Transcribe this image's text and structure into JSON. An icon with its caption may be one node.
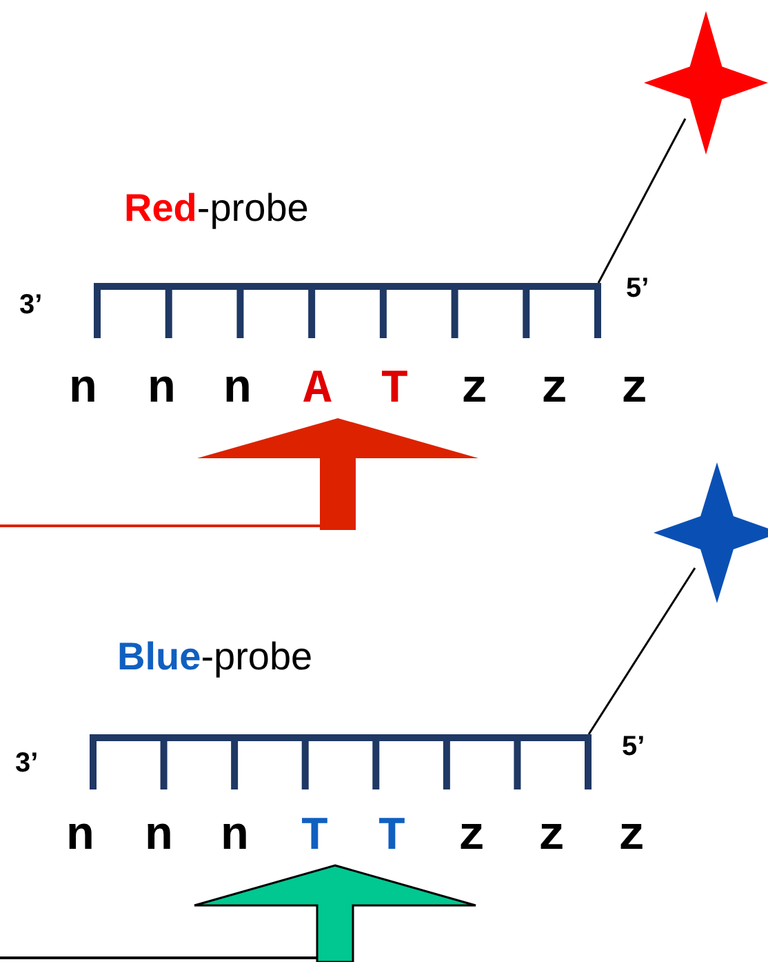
{
  "diagram": {
    "nodes": [
      {
        "text": [],
        "shape": "star"
      },
      {
        "text": [],
        "shape": "comb",
        "beside": [
          "3’",
          "5’"
        ]
      },
      {
        "text": [
          "n",
          "n",
          "n",
          "A",
          "T",
          "z",
          "z",
          "z"
        ]
      },
      {
        "text": [],
        "shape": "star"
      },
      {
        "text": [],
        "shape": "comb",
        "beside": [
          "3’",
          "5’"
        ]
      },
      {
        "text": [
          "n",
          "n",
          "n",
          "T",
          "T",
          "z",
          "z",
          "z"
        ]
      }
    ],
    "edges": [
      {
        "from": 0,
        "to": 1,
        "arrow": "none"
      },
      {
        "from": null,
        "to": 2,
        "arrow": "to",
        "style": "thick",
        "color": "#dd2200"
      },
      {
        "from": 3,
        "to": 4,
        "arrow": "none"
      },
      {
        "from": null,
        "to": 5,
        "arrow": "to",
        "style": "thick",
        "color": "#00c890"
      }
    ],
    "labels": [
      "**Red**-probe",
      "**Blue**-probe"
    ]
  }
}
